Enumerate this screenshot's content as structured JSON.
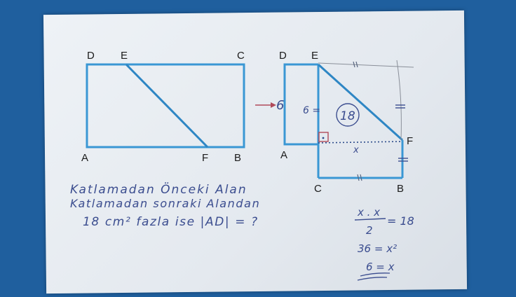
{
  "left_figure": {
    "labels": {
      "D": "D",
      "E": "E",
      "C": "C",
      "A": "A",
      "F": "F",
      "B": "B"
    }
  },
  "right_figure": {
    "labels": {
      "D": "D",
      "E": "E",
      "A": "A",
      "F": "F",
      "C": "C",
      "B": "B"
    },
    "side_6_outside": "6",
    "side_6_inside": "6 =",
    "area_18": "18",
    "x_label": "x"
  },
  "problem_text": {
    "line1": "Katlamadan Önceki Alan",
    "line2": "Katlamadan sonraki Alandan",
    "line3": "18 cm² fazla ise |AD| = ?"
  },
  "solution": {
    "fraction_numerator": "x . x",
    "fraction_denominator": "2",
    "fraction_result": "= 18",
    "step2": "36 = x²",
    "step3": "6 = x"
  },
  "colors": {
    "background": "#1f5f9e",
    "paper": "#e8edf2",
    "printed_line": "#3a97d4",
    "handwriting": "#3b4d8f",
    "arrow": "#b04a5a"
  }
}
